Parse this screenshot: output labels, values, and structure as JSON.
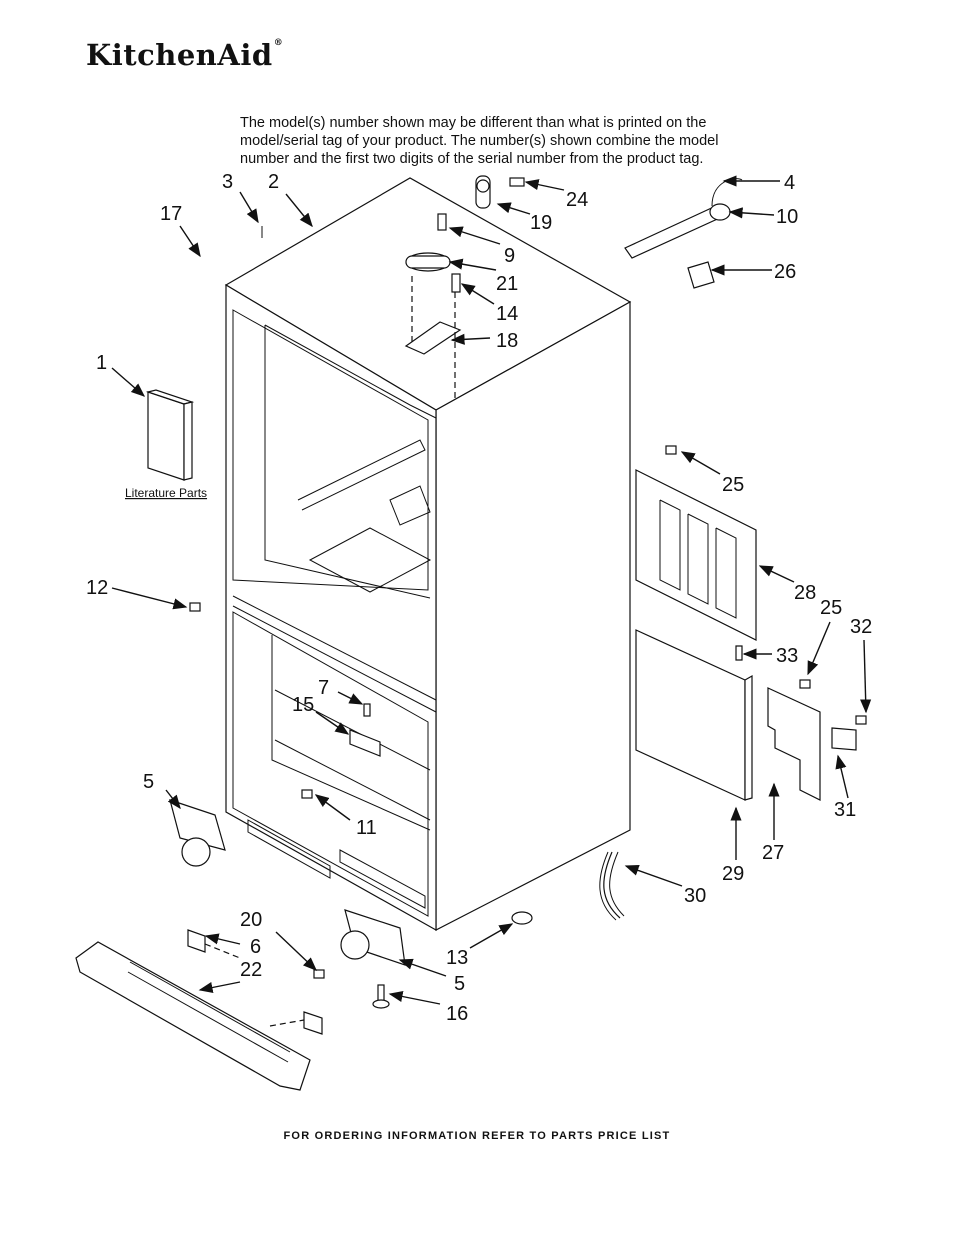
{
  "brand": {
    "logo_text": "KitchenAid",
    "registered_mark": "®"
  },
  "note": "The model(s) number shown may be different than what is printed on the model/serial tag of your product. The number(s) shown combine the model number and the first two digits of the serial number from the product tag.",
  "literature_label": "Literature Parts",
  "footer": "FOR ORDERING INFORMATION REFER TO PARTS PRICE LIST",
  "callouts": {
    "c1": "1",
    "c2": "2",
    "c3": "3",
    "c4": "4",
    "c5a": "5",
    "c5b": "5",
    "c6": "6",
    "c7": "7",
    "c9": "9",
    "c10": "10",
    "c11": "11",
    "c12": "12",
    "c13": "13",
    "c14": "14",
    "c15": "15",
    "c16": "16",
    "c17": "17",
    "c18": "18",
    "c19": "19",
    "c20": "20",
    "c21": "21",
    "c22": "22",
    "c24": "24",
    "c25a": "25",
    "c25b": "25",
    "c26": "26",
    "c27": "27",
    "c28": "28",
    "c29": "29",
    "c30": "30",
    "c31": "31",
    "c32": "32",
    "c33": "33"
  }
}
